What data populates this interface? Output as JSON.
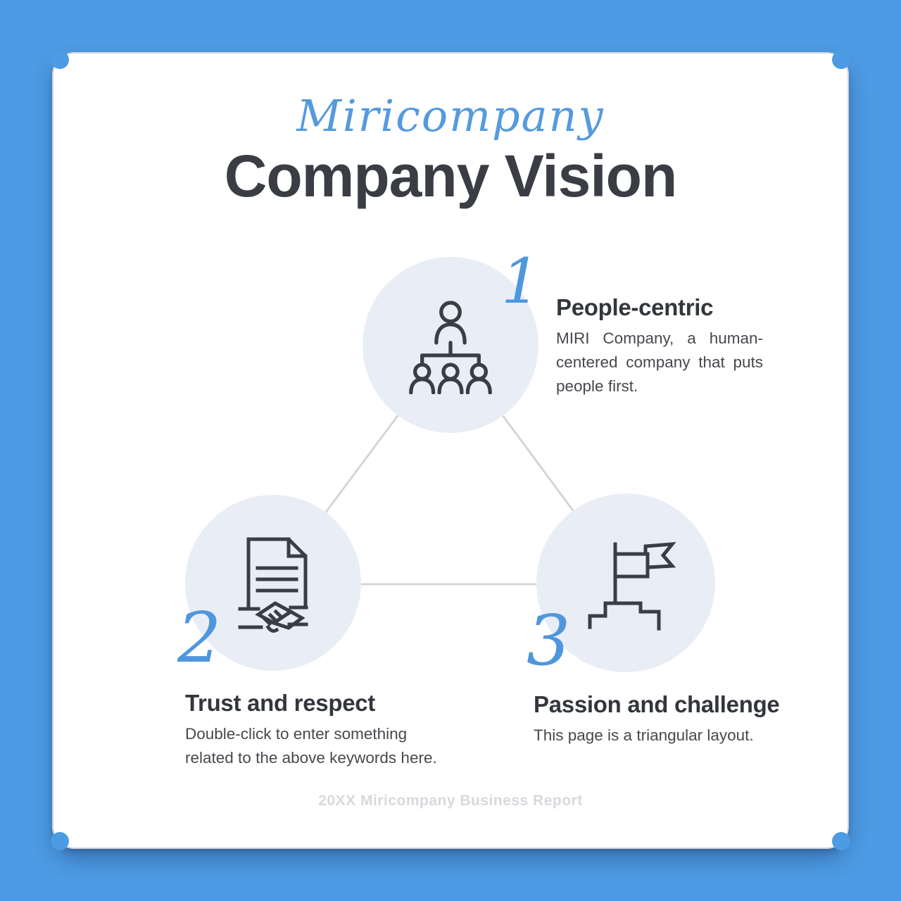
{
  "slide": {
    "brand_script": "Miricompany",
    "title": "Company Vision",
    "footer": "20XX Miricompany Business Report"
  },
  "items": [
    {
      "number": "1",
      "title": "People-centric",
      "icon": "org-chart-icon",
      "body_lines": [
        "MIRI Company, a human-",
        "centered company that puts",
        "people first."
      ]
    },
    {
      "number": "2",
      "title": "Trust and respect",
      "icon": "document-handshake-icon",
      "body_lines": [
        "Double-click to enter something",
        "related to the above keywords here."
      ]
    },
    {
      "number": "3",
      "title": "Passion and challenge",
      "icon": "flag-steps-icon",
      "body_lines": [
        "This page is a triangular layout."
      ]
    }
  ],
  "colors": {
    "background_blue": "#4d9be4",
    "accent_blue": "#4f97dd",
    "circle_fill": "#e9edf6",
    "icon_stroke": "#383d46",
    "heading_text": "#33363c",
    "body_text": "#46484d",
    "connector_line": "#d4d5d9",
    "footer_text": "#d8d9de"
  }
}
